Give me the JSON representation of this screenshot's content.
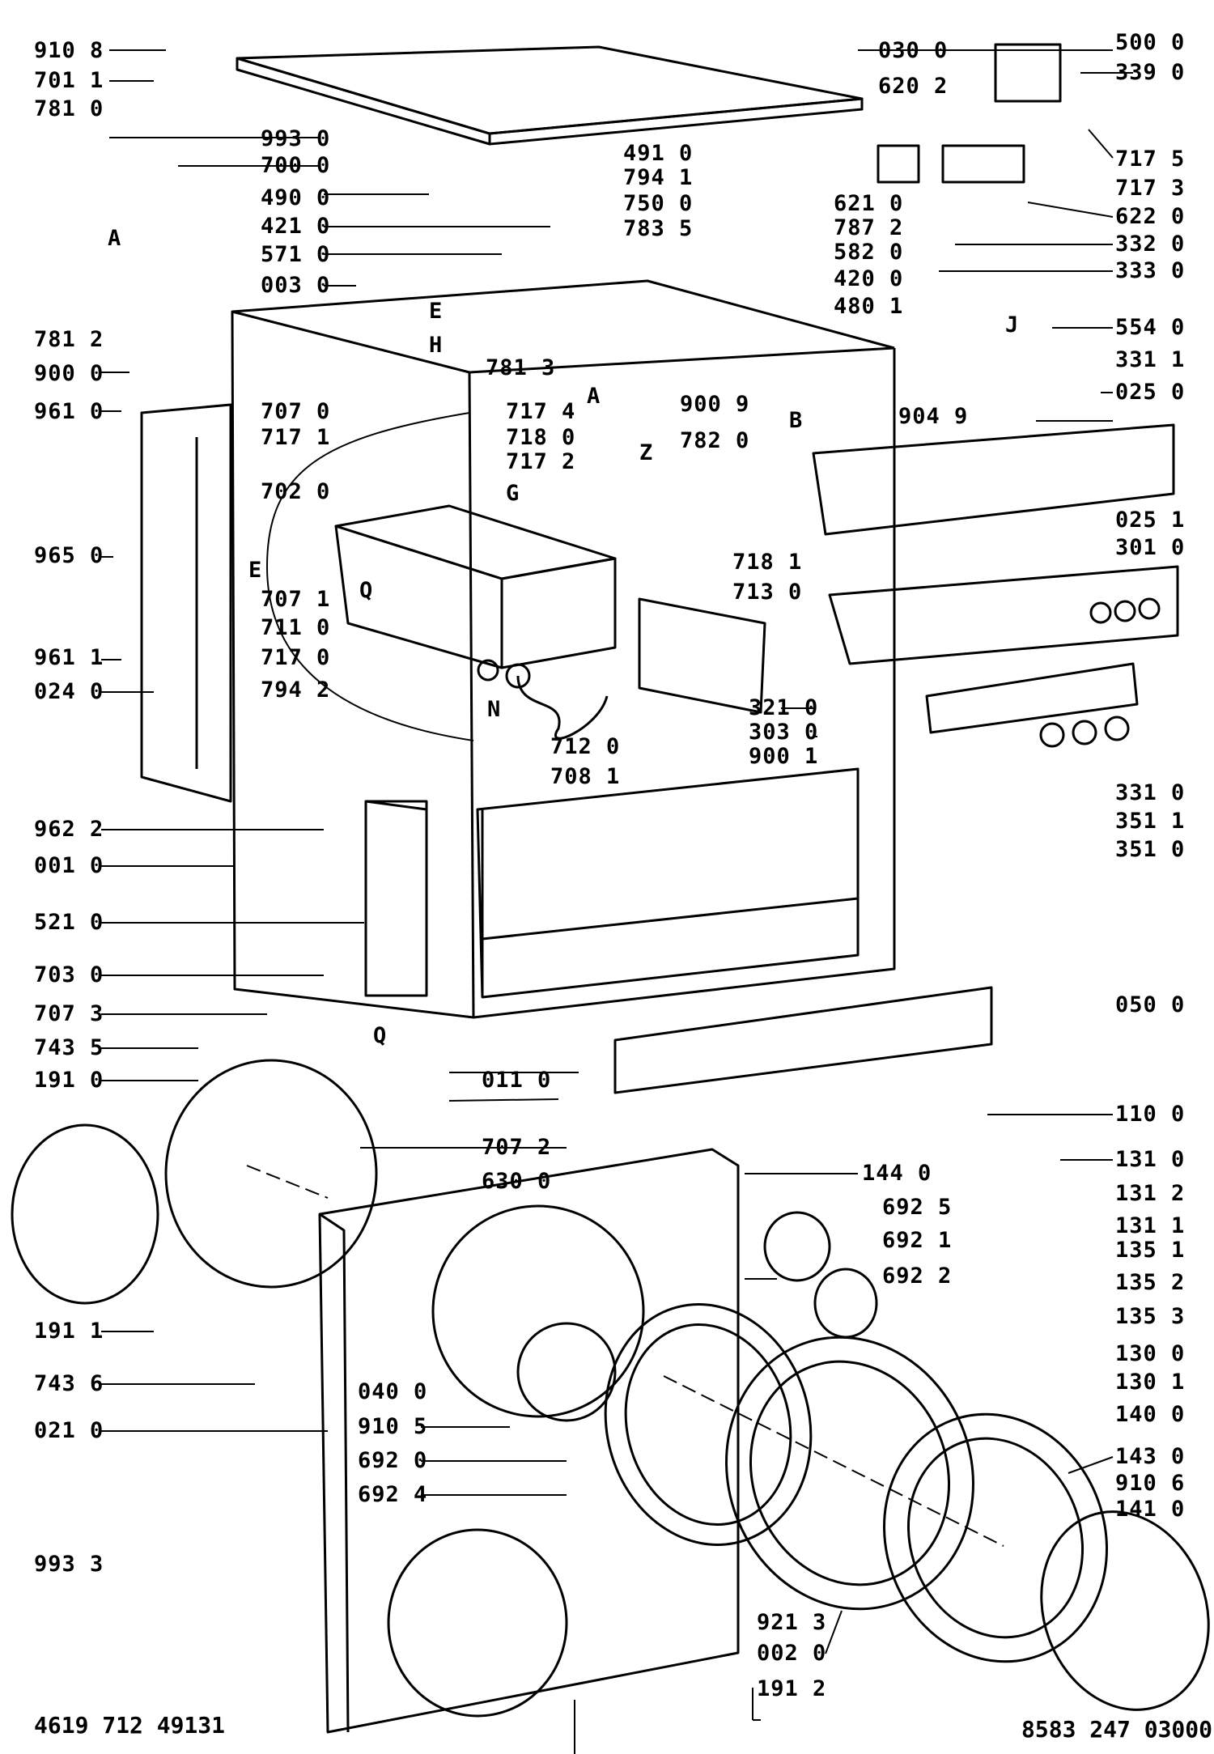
{
  "footer": {
    "left": "4619 712 49131",
    "right": "8583 247 03000"
  },
  "letters": [
    "A",
    "A",
    "B",
    "E",
    "H",
    "E",
    "G",
    "N",
    "J",
    "Z",
    "Q",
    "Q"
  ],
  "labels": [
    "910 8",
    "701 1",
    "781 0",
    "993 0",
    "700 0",
    "490 0",
    "421 0",
    "571 0",
    "003 0",
    "781 2",
    "900 0",
    "961 0",
    "707 0",
    "717 1",
    "717 4",
    "718 0",
    "717 2",
    "702 0",
    "965 0",
    "707 1",
    "711 0",
    "961 1",
    "717 0",
    "794 2",
    "024 0",
    "962 2",
    "001 0",
    "521 0",
    "703 0",
    "707 3",
    "743 5",
    "191 0",
    "191 1",
    "743 6",
    "021 0",
    "040 0",
    "910 5",
    "692 0",
    "692 4",
    "993 3",
    "491 0",
    "794 1",
    "750 0",
    "783 5",
    "781 3",
    "900 9",
    "782 0",
    "712 0",
    "708 1",
    "030 0",
    "620 2",
    "500 0",
    "339 0",
    "717 5",
    "717 3",
    "621 0",
    "787 2",
    "582 0",
    "420 0",
    "480 1",
    "622 0",
    "332 0",
    "333 0",
    "554 0",
    "331 1",
    "025 0",
    "904 9",
    "025 1",
    "301 0",
    "718 1",
    "713 0",
    "321 0",
    "303 0",
    "900 1",
    "331 0",
    "351 1",
    "351 0",
    "050 0",
    "011 0",
    "707 2",
    "630 0",
    "110 0",
    "131 0",
    "131 2",
    "131 1",
    "135 1",
    "135 2",
    "135 3",
    "144 0",
    "692 5",
    "692 1",
    "692 2",
    "130 0",
    "130 1",
    "140 0",
    "143 0",
    "910 6",
    "141 0",
    "921 3",
    "002 0",
    "191 2"
  ]
}
